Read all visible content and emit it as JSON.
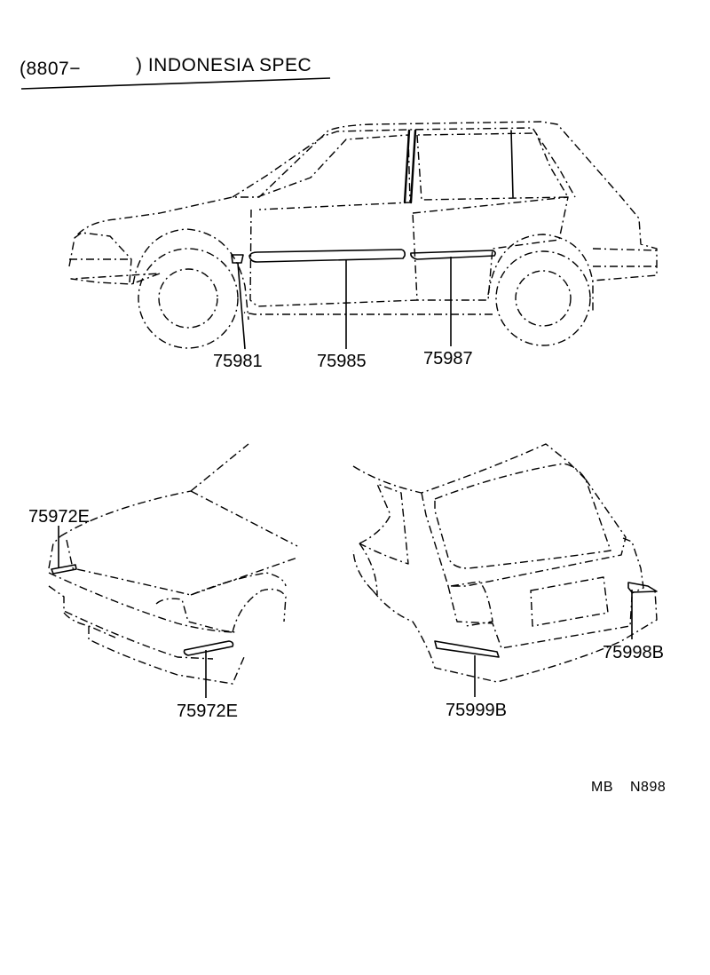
{
  "header": {
    "title_start": "(8807−",
    "title_end": ") INDONESIA  SPEC"
  },
  "parts": {
    "p75981": "75981",
    "p75985": "75985",
    "p75987": "75987",
    "p75972e_top": "75972E",
    "p75972e_bottom": "75972E",
    "p75999b": "75999B",
    "p75998b": "75998B"
  },
  "footer": {
    "code_left": "MB",
    "code_right": "N898"
  }
}
